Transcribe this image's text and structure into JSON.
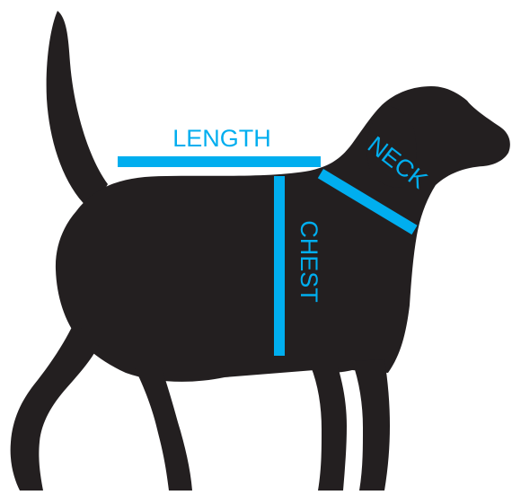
{
  "labels": {
    "length": "LENGTH",
    "chest": "CHEST",
    "neck": "NECK"
  },
  "colors": {
    "silhouette": "#231f20",
    "measure": "#00aeef",
    "background": "#ffffff"
  }
}
